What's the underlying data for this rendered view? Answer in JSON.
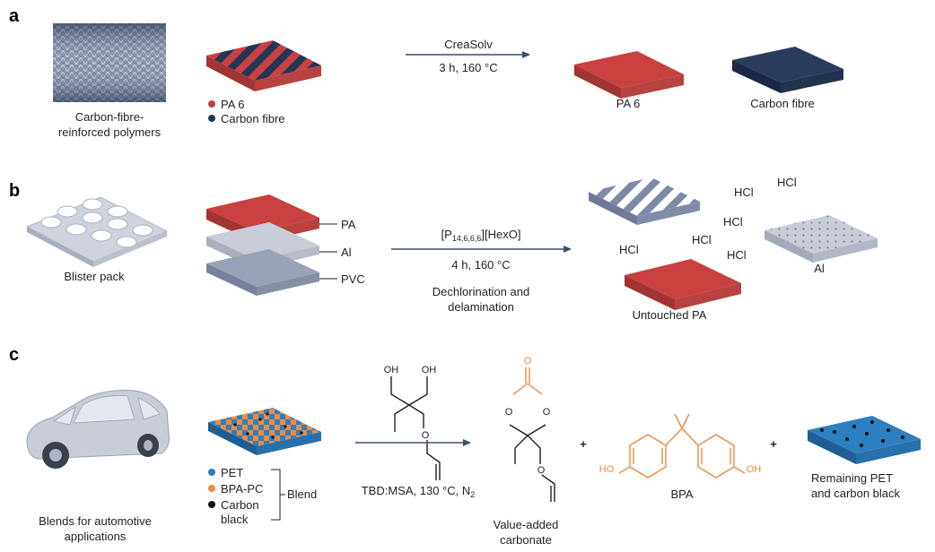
{
  "panels": {
    "a": {
      "label": "a",
      "composite_label_line1": "Carbon-fibre-",
      "composite_label_line2": "reinforced polymers",
      "legend": [
        "PA 6",
        "Carbon fibre"
      ],
      "arrow_top": "CreaSolv",
      "arrow_bottom": "3 h, 160 °C",
      "product1": "PA 6",
      "product2": "Carbon fibre"
    },
    "b": {
      "label": "b",
      "item_label": "Blister pack",
      "layers": [
        "PA",
        "Al",
        "PVC"
      ],
      "arrow_top_prefix": "[P",
      "arrow_top_sub": "14,6,6,6",
      "arrow_top_suffix": "][HexO]",
      "arrow_bottom": "4 h, 160 °C",
      "note_line1": "Dechlorination and",
      "note_line2": "delamination",
      "hcl": [
        "HCl",
        "HCl",
        "HCl",
        "HCl",
        "HCl",
        "HCl"
      ],
      "product_al": "Al",
      "product_pa": "Untouched PA"
    },
    "c": {
      "label": "c",
      "item_line1": "Blends for automotive",
      "item_line2": "applications",
      "legend": [
        "PET",
        "BPA-PC",
        "Carbon",
        "black"
      ],
      "blend": "Blend",
      "oh1": "OH",
      "oh2": "OH",
      "o_ether": "O",
      "conditions_prefix": "TBD:MSA, 130 °C, N",
      "conditions_sub": "2",
      "carbonate_o_top": "O",
      "carbonate_o_left": "O",
      "carbonate_o_right": "O",
      "carbonate_o_ether": "O",
      "carbonate_line1": "Value-added",
      "carbonate_line2": "carbonate",
      "plus1": "+",
      "plus2": "+",
      "bpa_ho": "HO",
      "bpa_oh": "OH",
      "bpa_label": "BPA",
      "remaining_line1": "Remaining PET",
      "remaining_line2": "and carbon black"
    }
  },
  "colors": {
    "pa": "#c8413f",
    "carbon_fibre": "#243655",
    "al": "#b9bfcc",
    "pvc": "#8a94aa",
    "pet": "#2c7fc0",
    "bpa_pc": "#ee8a41",
    "carbon_black": "#111111",
    "arrow": "#3c4f73"
  }
}
